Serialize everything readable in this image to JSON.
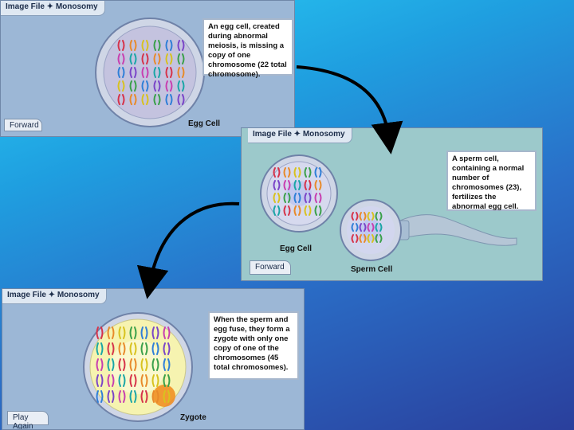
{
  "panels": [
    {
      "tab": "Image File ✦ Monosomy",
      "note": "An egg cell, created during abnormal meiosis, is missing a copy of one chromosome (22 total chromosome).",
      "button": "Forward",
      "cell_label": "Egg Cell"
    },
    {
      "tab": "Image File ✦ Monosomy",
      "note": "A sperm cell, containing a normal number of chromosomes (23), fertilizes the abnormal egg cell.",
      "button": "Forward",
      "cell_label": "Egg Cell",
      "cell_label_2": "Sperm Cell"
    },
    {
      "tab": "Image File ✦ Monosomy",
      "note": "When the sperm and egg fuse, they form a zygote with only one copy of one of the chromosomes (45 total chromosomes).",
      "button": "Play Again",
      "cell_label": "Zygote"
    }
  ],
  "colors": {
    "panel_blue": "#9cb7d6",
    "panel_green": "#9cc9cb",
    "arrow": "#000000",
    "zygote_fill": "#f6f3b0",
    "highlight": "#f08a1c"
  },
  "chromosome_colors": [
    "#d6334a",
    "#e88a2a",
    "#d8c21f",
    "#3aa04a",
    "#2f7fd8",
    "#7a45c8",
    "#c83fb0",
    "#1aa6a6"
  ]
}
